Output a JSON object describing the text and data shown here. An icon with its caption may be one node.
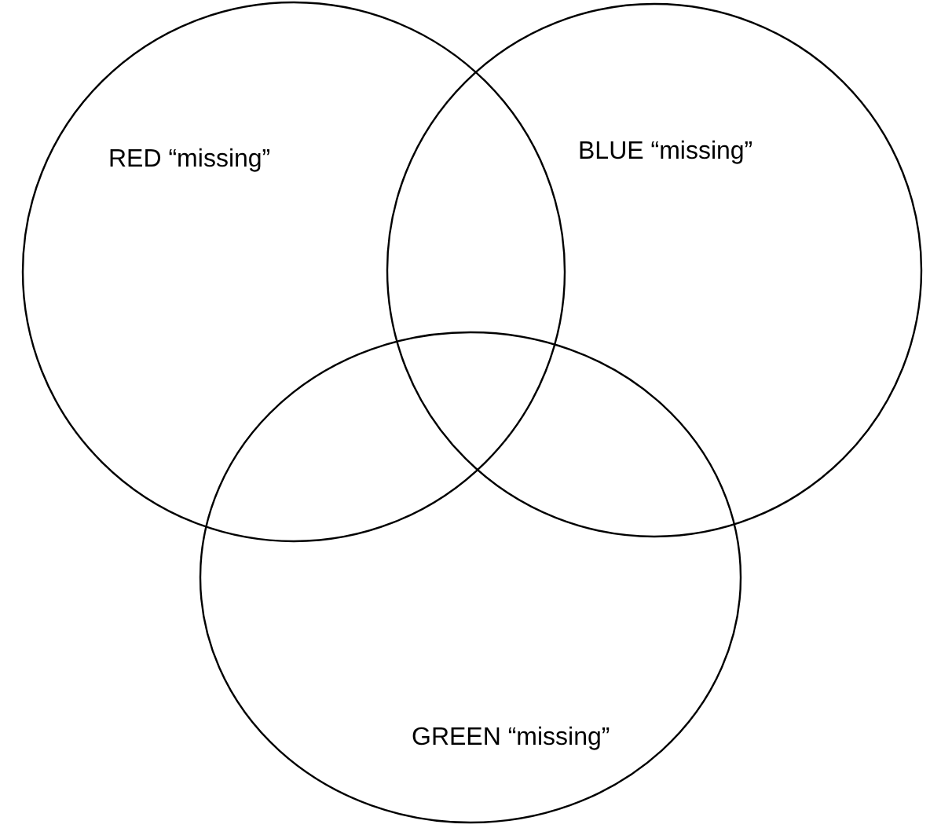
{
  "diagram": {
    "nodes": [
      {
        "text": [
          "RED “missing”"
        ]
      },
      {
        "text": [
          "BLUE “missing”"
        ]
      },
      {
        "text": [
          "GREEN “missing”"
        ]
      }
    ]
  }
}
